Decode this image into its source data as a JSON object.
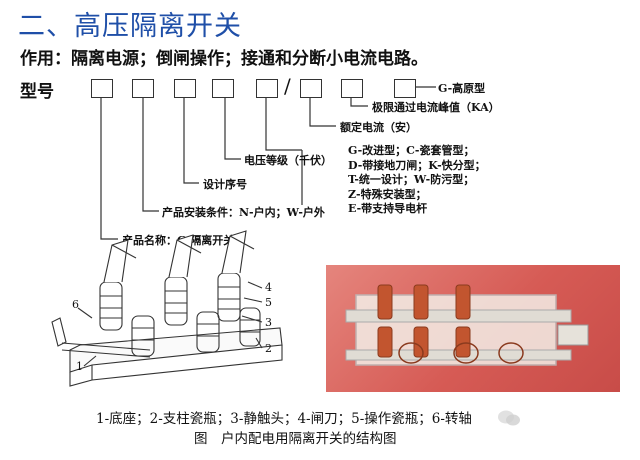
{
  "title": "二、高压隔离开关",
  "function_line": "作用：隔离电源；倒闸操作；接通和分断小电流电路。",
  "model_label": "型号",
  "code_labels": {
    "g_type": "G-高原型",
    "peak": "极限通过电流峰值（KA）",
    "rated": "额定电流（安）",
    "variants": [
      "G-改进型；C-瓷套管型；",
      "D-带接地刀闸；K-快分型；",
      "T-统一设计；W-防污型；",
      "Z-特殊安装型；",
      "E-带支持导电杆"
    ],
    "voltage": "电压等级（千伏）",
    "serial": "设计序号",
    "install": "产品安装条件：N-户内；W-户外",
    "name": "产品名称：G 隔离开关"
  },
  "diagram_numbers": [
    "6",
    "1",
    "4",
    "5",
    "3",
    "2"
  ],
  "caption_line1": "1-底座；2-支柱瓷瓶；3-静触头；4-闸刀；5-操作瓷瓶；6-转轴",
  "caption_line2": "图　户内配电用隔离开关的结构图",
  "colors": {
    "title": "#1f4fa8",
    "photo_bg": "#d65b55",
    "porcelain": "#c2552f"
  }
}
